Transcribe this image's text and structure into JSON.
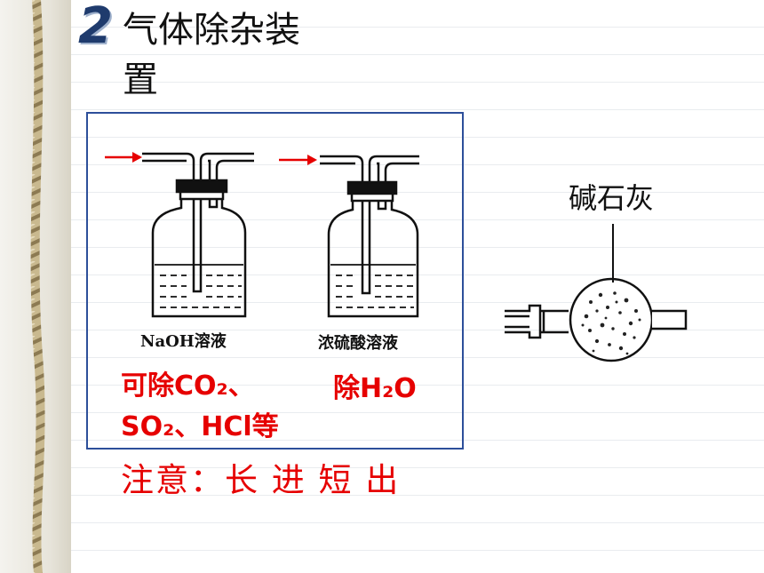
{
  "slide": {
    "number": "2",
    "title": "气体除杂装置"
  },
  "bottles": [
    {
      "caption": "NaOH溶液"
    },
    {
      "caption": "浓硫酸溶液"
    }
  ],
  "labels": {
    "naoh_removes": "可除CO₂、SO₂、HCl等",
    "acid_removes": "除H₂O"
  },
  "note": "注意：长 进 短 出",
  "drying_tube": {
    "label": "碱石灰"
  },
  "colors": {
    "accent_red": "#e60000",
    "frame_blue": "#2d4f9a",
    "number_blue": "#1f3b6d"
  }
}
